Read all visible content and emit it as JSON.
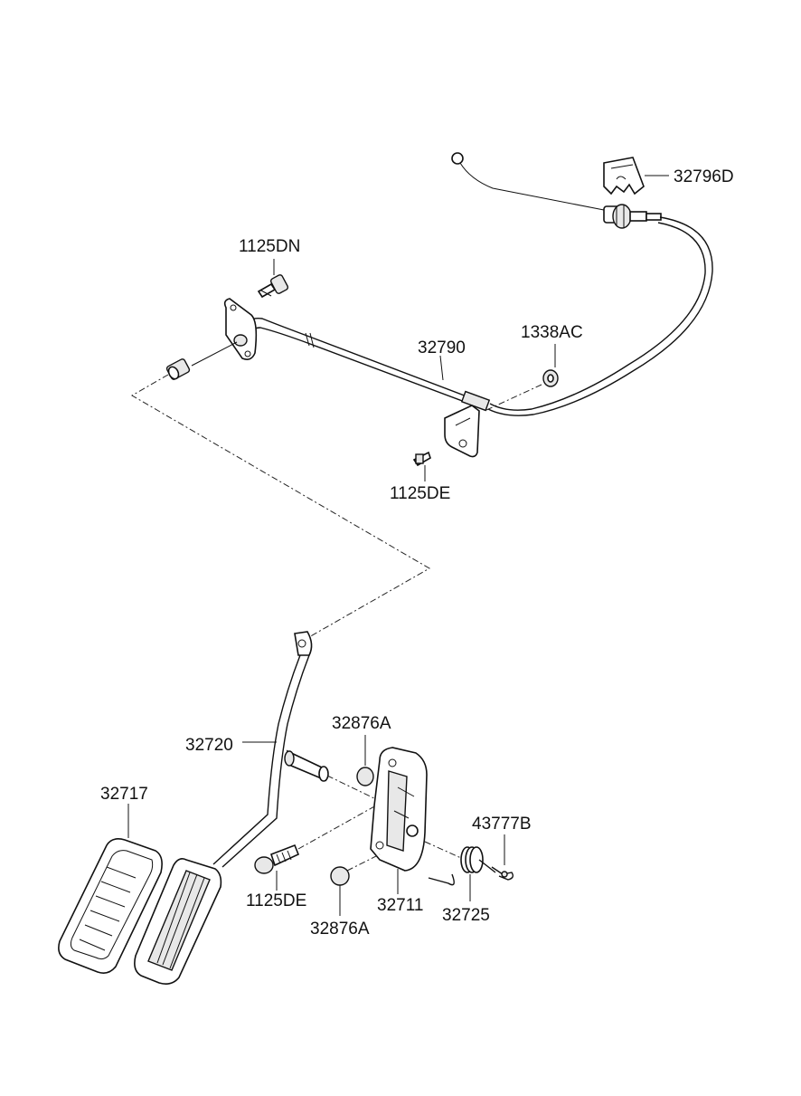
{
  "labels": {
    "p32796D": "32796D",
    "p1125DN": "1125DN",
    "p32790": "32790",
    "p1338AC": "1338AC",
    "p1125DE_top": "1125DE",
    "p32876A_top": "32876A",
    "p32720": "32720",
    "p32717": "32717",
    "p43777B": "43777B",
    "p1125DE_bottom": "1125DE",
    "p32711": "32711",
    "p32725": "32725",
    "p32876A_bottom": "32876A"
  }
}
